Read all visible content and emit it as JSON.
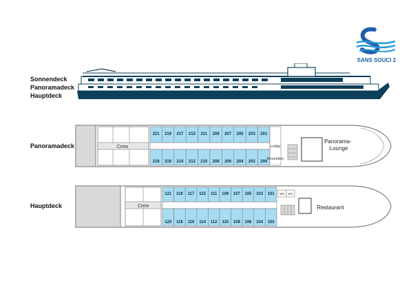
{
  "brand": {
    "name": "SANS SOUCI 2",
    "colors": {
      "blue": "#1f5fa8",
      "light_blue": "#2a9ad6"
    }
  },
  "ship_labels": [
    "Sonnendeck",
    "Panoramadeck",
    "Hauptdeck"
  ],
  "colors": {
    "cabin": "#a8dcf3",
    "hull": "#0c3f5a",
    "deck_line": "#7f7f7f",
    "service": "#d9d9d9"
  },
  "panoramadeck": {
    "label": "Panoramadeck",
    "top_cabins": [
      "221",
      "219",
      "217",
      "215",
      "211",
      "209",
      "207",
      "205",
      "203",
      "201"
    ],
    "bottom_cabins": [
      "218",
      "216",
      "214",
      "212",
      "210",
      "208",
      "206",
      "204",
      "202",
      "200"
    ],
    "crew_label": "Crew",
    "lobby_label": "Lobby",
    "reception_label": "Rezeption",
    "lounge_label": "Panorama-\nLounge"
  },
  "hauptdeck": {
    "label": "Hauptdeck",
    "top_cabins": [
      "121",
      "119",
      "117",
      "115",
      "111",
      "109",
      "107",
      "105",
      "103",
      "101"
    ],
    "bottom_cabins": [
      "120",
      "118",
      "116",
      "114",
      "112",
      "110",
      "108",
      "106",
      "104",
      "102"
    ],
    "crew_label": "Crew",
    "wc_labels": [
      "WC",
      "WC"
    ],
    "restaurant_label": "Restaurant"
  }
}
